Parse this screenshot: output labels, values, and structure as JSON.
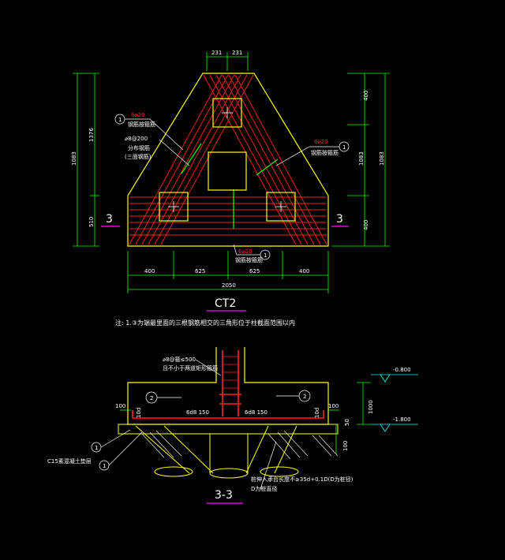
{
  "plan": {
    "title": "CT2",
    "dim_top": [
      "231",
      "231"
    ],
    "dim_bottom": [
      "400",
      "625",
      "625",
      "400"
    ],
    "dim_total": "2050",
    "dim_left_outer": "1083",
    "dim_left_upper": "1376",
    "dim_left_lower": "510",
    "dim_right_top": "400",
    "dim_right_mid": "1083",
    "dim_right_bottom": "400",
    "dim_right_outer": "1083",
    "section_mark": "3",
    "rebar_a": "6⌀20",
    "rebar_a_note": "钢筋按箍筋",
    "rebar_b": "⌀8@200",
    "rebar_b_note1": "分布钢筋",
    "rebar_b_note2": "(三面钢筋)",
    "rebar_c": "6⌀20",
    "rebar_c_note": "钢筋按箍筋",
    "rebar_d": "6⌀20",
    "rebar_d_note": "钢筋按箍筋",
    "callout": "1"
  },
  "note": "注: 1.③为端最里面的三根钢筋相交的三角形位于柱截面范围以内",
  "section": {
    "title": "3-3",
    "callout_1": "1",
    "callout_2": "2",
    "stirrup_note1": "⌀8@箍≤500",
    "stirrup_note2": "且不小于两道矩形箍筋",
    "rebar_left": "6d8 150",
    "rebar_right": "6d8 150",
    "lap_left": "10d",
    "lap_right": "10d",
    "dim_100_left": "100",
    "dim_100_right": "100",
    "dim_50": "50",
    "dim_100_bottom": "100",
    "dim_1000": "1000",
    "elev_top": "-0.800",
    "elev_bottom": "-1.800",
    "cushion_note": "C15素混凝土垫层",
    "pile_note1": "桩伸入承台长度不≥35d+0.1D(D为桩径)",
    "pile_note2": "D为桩直径"
  },
  "colors": {
    "outline": "#ffff00",
    "rebar": "#ff2020",
    "dim": "#ffffff",
    "green": "#00ff00",
    "cyan": "#00ffff",
    "magenta": "#ff00ff"
  }
}
